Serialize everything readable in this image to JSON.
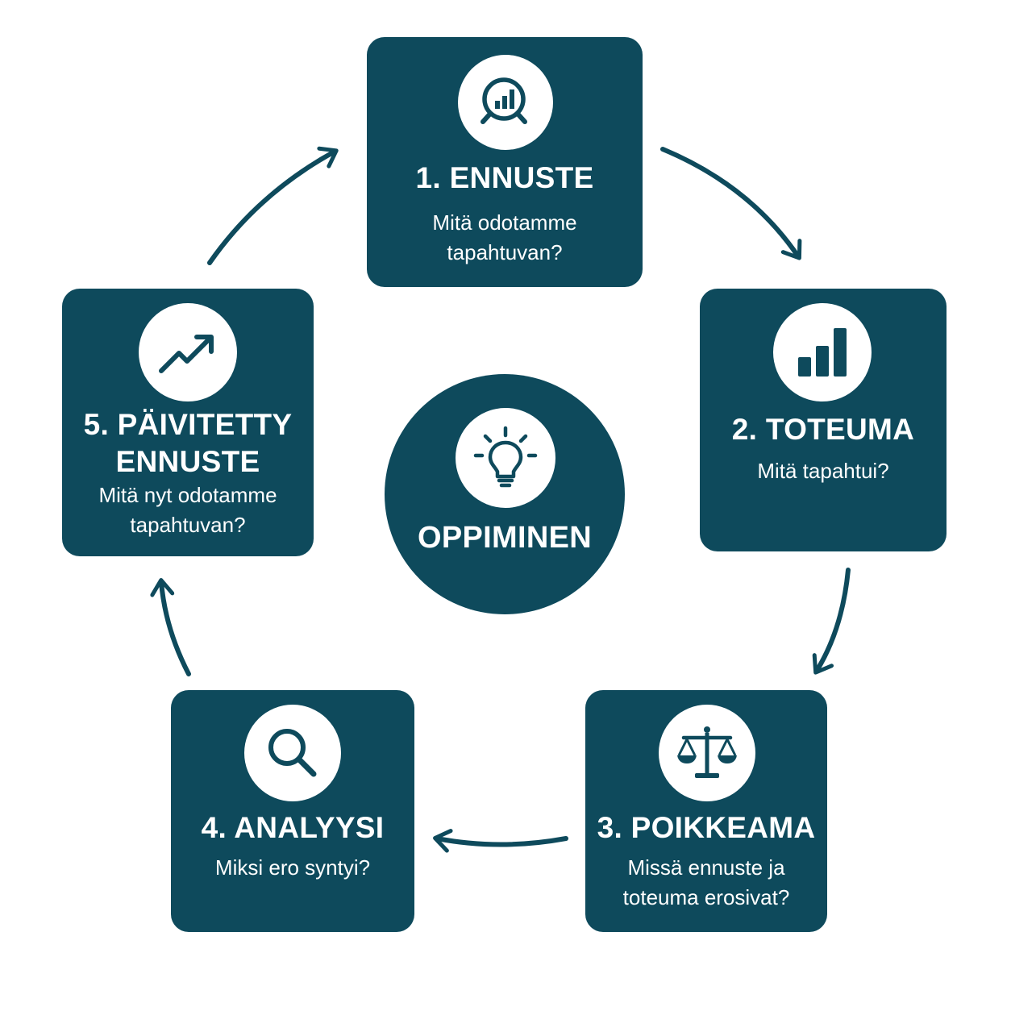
{
  "colors": {
    "card": "#0e4a5c",
    "icon_bg": "#ffffff",
    "text": "#ffffff",
    "arrow": "#0e4a5c"
  },
  "center": {
    "label": "OPPIMINEN",
    "icon": "lightbulb-icon"
  },
  "steps": [
    {
      "title": [
        "1. ENNUSTE"
      ],
      "subtitle": [
        "Mitä odotamme",
        "tapahtuvan?"
      ],
      "icon": "magnifier-bar-chart-icon"
    },
    {
      "title": [
        "2. TOTEUMA"
      ],
      "subtitle": [
        "Mitä tapahtui?"
      ],
      "icon": "bar-chart-icon"
    },
    {
      "title": [
        "3. POIKKEAMA"
      ],
      "subtitle": [
        "Missä ennuste ja",
        "toteuma erosivat?"
      ],
      "icon": "balance-scale-icon"
    },
    {
      "title": [
        "4. ANALYYSI"
      ],
      "subtitle": [
        "Miksi ero syntyi?"
      ],
      "icon": "magnifying-glass-icon"
    },
    {
      "title": [
        "5. PÄIVITETTY",
        "ENNUSTE"
      ],
      "subtitle": [
        "Mitä nyt odotamme",
        "tapahtuvan?"
      ],
      "icon": "trend-up-icon"
    }
  ]
}
